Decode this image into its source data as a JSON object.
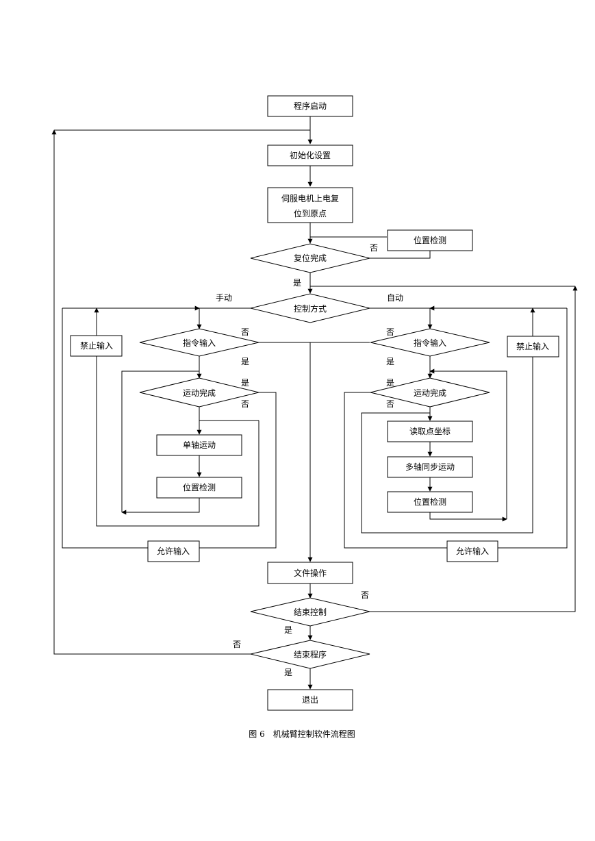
{
  "caption": "图 6　机械臂控制软件流程图",
  "nodes": {
    "start": "程序启动",
    "init": "初始化设置",
    "servo_line1": "伺服电机上电复",
    "servo_line2": "位到原点",
    "pos_check_top": "位置检测",
    "reset_done": "复位完成",
    "control_mode": "控制方式",
    "cmd_input_left": "指令输入",
    "forbid_left": "禁止输入",
    "motion_done_left": "运动完成",
    "single_axis": "单轴运动",
    "pos_check_left": "位置检测",
    "allow_left": "允许输入",
    "cmd_input_right": "指令输入",
    "forbid_right": "禁止输入",
    "motion_done_right": "运动完成",
    "read_coord": "读取点坐标",
    "multi_axis": "多轴同步运动",
    "pos_check_right": "位置检测",
    "allow_right": "允许输入",
    "file_op": "文件操作",
    "end_control": "结束控制",
    "end_program": "结束程序",
    "exit": "退出"
  },
  "labels": {
    "no_reset": "否",
    "yes_reset": "是",
    "manual": "手动",
    "auto": "自动",
    "no_cmd_left": "否",
    "yes_cmd_left": "是",
    "yes_motion_left": "是",
    "no_motion_left": "否",
    "no_cmd_right": "否",
    "yes_cmd_right": "是",
    "yes_motion_right": "是",
    "no_motion_right": "否",
    "no_end_control": "否",
    "yes_end_control": "是",
    "no_end_program": "否",
    "yes_end_program": "是"
  }
}
